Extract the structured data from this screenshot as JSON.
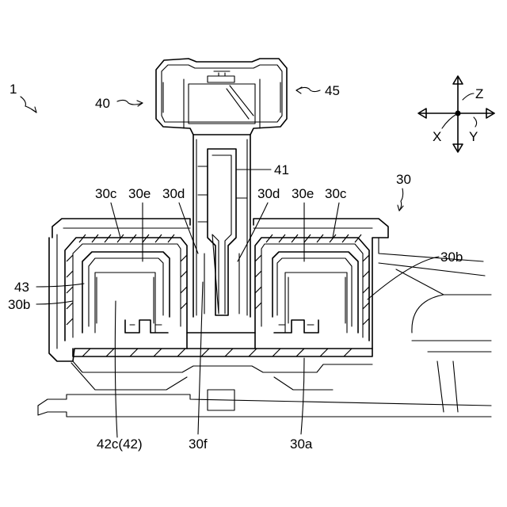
{
  "labels": {
    "l1": "1",
    "l40": "40",
    "l45": "45",
    "l41": "41",
    "l30": "30",
    "l30c_left": "30c",
    "l30e_left": "30e",
    "l30d_left": "30d",
    "l30d_right": "30d",
    "l30e_right": "30e",
    "l30c_right": "30c",
    "l30b_right": "30b",
    "l43": "43",
    "l30b_left": "30b",
    "l42c": "42c(42)",
    "l30f": "30f",
    "l30a": "30a"
  },
  "axes": {
    "z": "Z",
    "x": "X",
    "y": "Y"
  }
}
